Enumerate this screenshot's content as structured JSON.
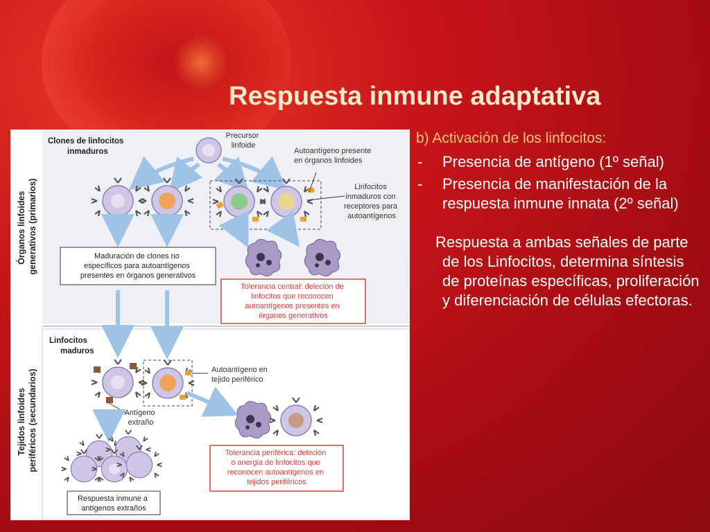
{
  "slide": {
    "title": "Respuesta inmune adaptativa"
  },
  "text_panel": {
    "heading": "b) Activación de los linfocitos:",
    "bullets": [
      {
        "marker": "-",
        "text": "Presencia de antígeno (1º señal)"
      },
      {
        "marker": "-",
        "text": "Presencia de manifestación de la respuesta inmune innata (2º señal)"
      }
    ],
    "paragraph": "Respuesta a ambas señales de parte de los Linfocitos, determina síntesis de proteínas específicas, proliferación y diferenciación de células efectoras."
  },
  "figure": {
    "side_primary": [
      "Órganos linfoides",
      "generativos (primarios)"
    ],
    "side_secondary": [
      "Tejidos linfoides",
      "periféricos (secundarios)"
    ],
    "clones": [
      "Clones de linfocitos",
      "inmaduros"
    ],
    "precursor": [
      "Precursor",
      "linfoide"
    ],
    "autoantigen_lymphoid": [
      "Autoantígeno presente",
      "en órganos linfoides"
    ],
    "immature_receptors": [
      "Linfocitos",
      "inmaduros con",
      "receptores para",
      "autoantígenos"
    ],
    "maturation_box": [
      "Maduración de clones no",
      "específicos para autoantígenos",
      "presentes en órganos generativos"
    ],
    "central_tolerance": [
      "Tolerancia central: deleción de",
      "linfocitos que reconocen",
      "autoantígenos presentes en",
      "órganos generativos"
    ],
    "mature": [
      "Linfocitos",
      "maduros"
    ],
    "autoantigen_peripheral": [
      "Autoantígeno en",
      "tejido periférico"
    ],
    "foreign_antigen": [
      "Antígeno",
      "extraño"
    ],
    "peripheral_tolerance": [
      "Tolerancia periférica: deleción",
      "o anergia de linfocitos que",
      "reconocen autoantígenos en",
      "tejidos periféricos"
    ],
    "immune_response": [
      "Respuesta inmune a",
      "antígenos extraños"
    ],
    "colors": {
      "cell": "#cfc6e6",
      "nucleus_green": "#8ec98a",
      "nucleus_orange": "#f1a25a",
      "nucleus_yellow": "#e8d68c",
      "apoptotic": "#a99bc6",
      "arrow": "#9fc3e6",
      "red_box": "#e23a33"
    }
  }
}
